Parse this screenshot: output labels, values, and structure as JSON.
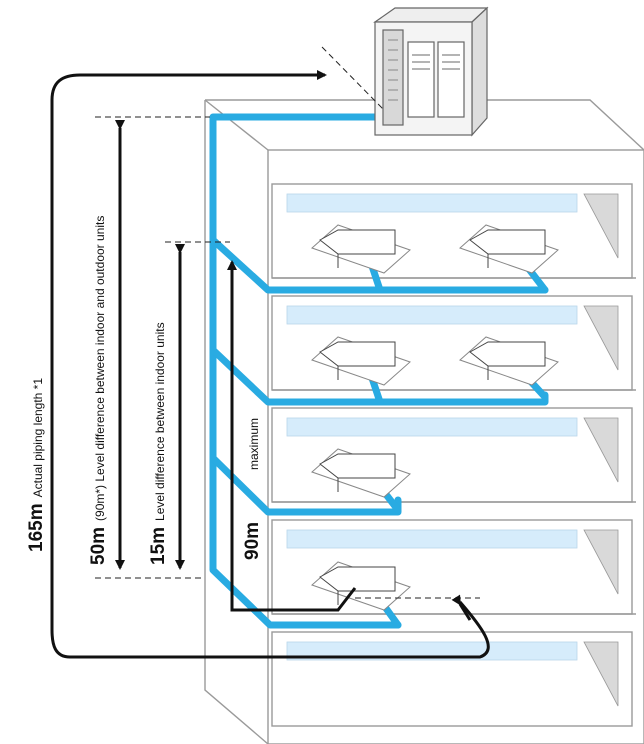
{
  "labels": {
    "actual_piping_value": "165m",
    "actual_piping_text": "Actual piping length *1",
    "indoor_outdoor_value": "50m",
    "indoor_outdoor_text": "(90m*) Level difference between indoor and outdoor units",
    "indoor_indoor_value": "15m",
    "indoor_indoor_text": "Level difference between indoor units",
    "max_value": "90m",
    "max_text": "maximum"
  },
  "colors": {
    "pipe": "#29abe2",
    "line": "#111111",
    "building_stroke": "#9a9a9a",
    "light_strip": "#d6ecfb"
  },
  "icons": [
    "outdoor-unit-icon",
    "indoor-cassette-unit-icon"
  ]
}
